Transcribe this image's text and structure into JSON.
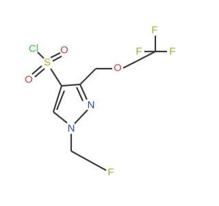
{
  "molecule": {
    "atoms": {
      "cl": {
        "symbol": "Cl",
        "color": "#33cc33"
      },
      "s": {
        "symbol": "S",
        "color": "#ccaa00"
      },
      "o_sulfonyl_top": {
        "symbol": "O",
        "color": "#ee3333"
      },
      "o_sulfonyl_bottom": {
        "symbol": "O",
        "color": "#ee3333"
      },
      "o_ether": {
        "symbol": "O",
        "color": "#ee3333"
      },
      "n1": {
        "symbol": "N",
        "color": "#2244dd"
      },
      "n2": {
        "symbol": "N",
        "color": "#2244dd"
      },
      "f_alkyl": {
        "symbol": "F",
        "color": "#88bb22"
      },
      "f_top": {
        "symbol": "F",
        "color": "#88bb22"
      },
      "f_left": {
        "symbol": "F",
        "color": "#88bb22"
      },
      "f_right": {
        "symbol": "F",
        "color": "#88bb22"
      }
    },
    "bond_color": "#3c3c3c"
  }
}
